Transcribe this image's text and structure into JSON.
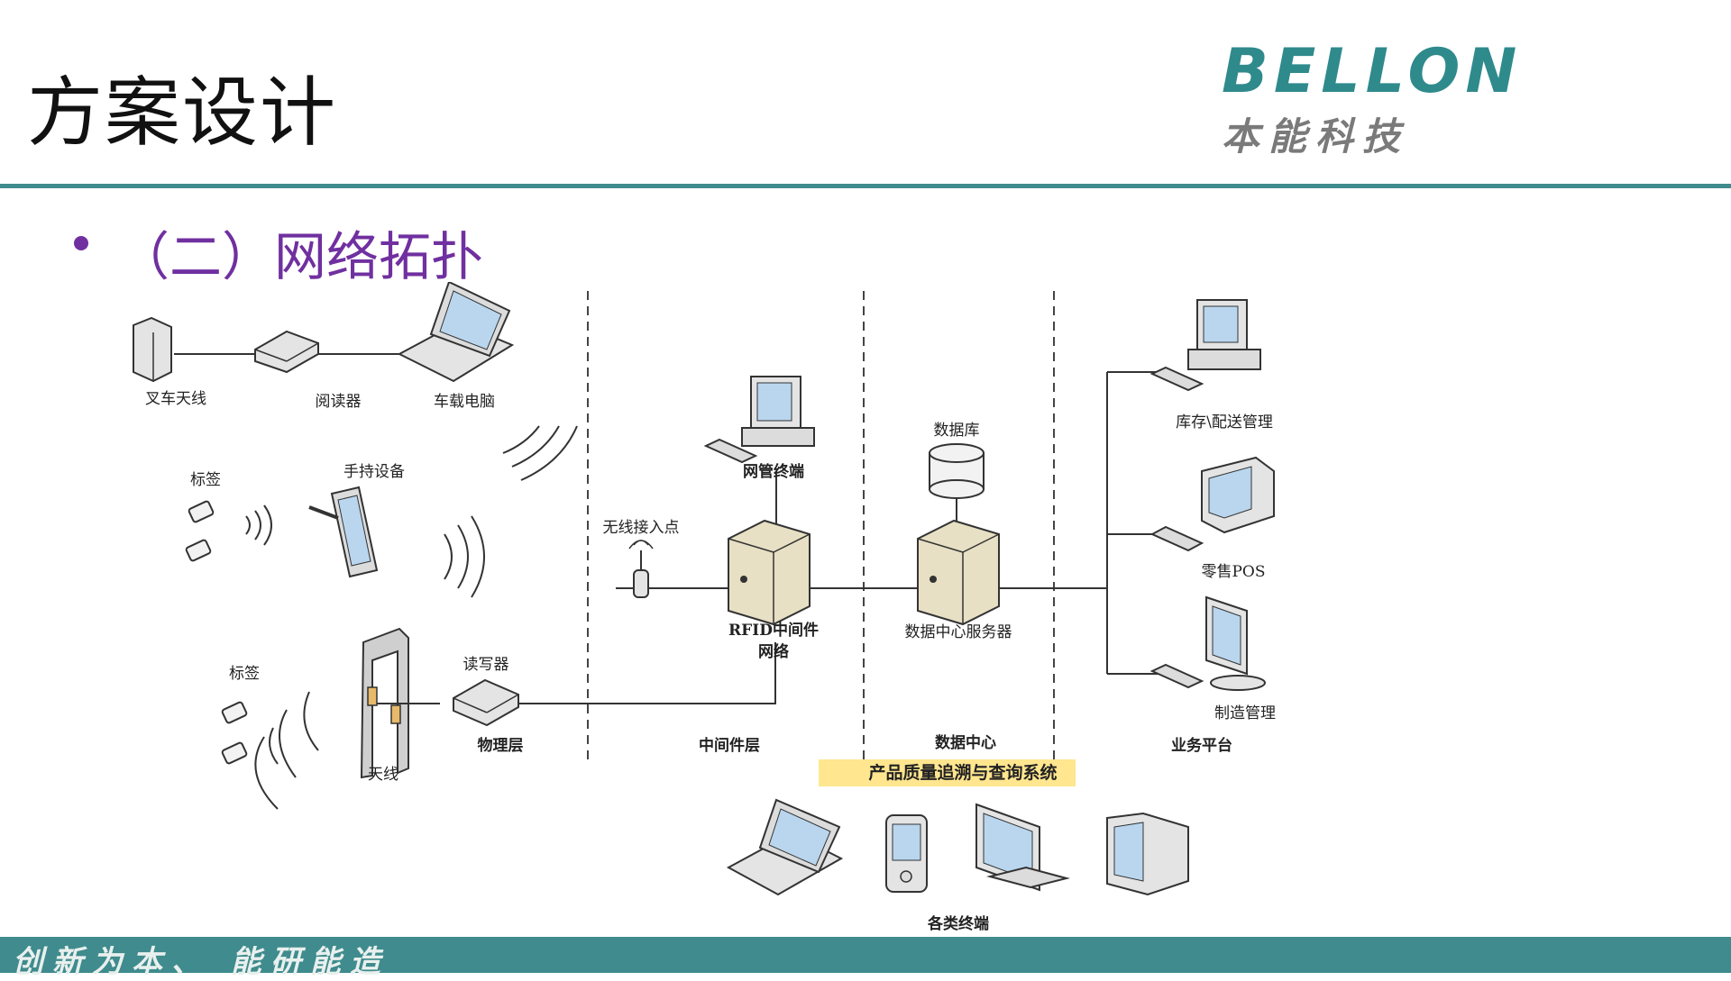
{
  "slide": {
    "title": "方案设计",
    "subtitle": "（二）网络拓扑",
    "footer_slogan": "创新为本、 能研能造"
  },
  "logo": {
    "brand_en": "BELLON",
    "brand_cn": "本能科技",
    "color": "#2f8a8c"
  },
  "diagram": {
    "labels": {
      "forklift_antenna": "叉车天线",
      "reader_top": "阅读器",
      "vehicle_pc": "车载电脑",
      "tag_1": "标签",
      "handheld": "手持设备",
      "tag_2": "标签",
      "antenna": "天线",
      "read_write_reader": "读写器",
      "physical_layer": "物理层",
      "nms_terminal": "网管终端",
      "wireless_ap": "无线接入点",
      "rfid_middleware": "RFID中间件",
      "network": "网络",
      "middleware_layer": "中间件层",
      "database": "数据库",
      "dc_server": "数据中心服务器",
      "data_center": "数据中心",
      "inventory_mgmt": "库存\\配送管理",
      "retail_pos": "零售POS",
      "manufacturing_mgmt": "制造管理",
      "business_platform": "业务平台",
      "system_banner": "产品质量追溯与查询系统",
      "terminals": "各类终端"
    },
    "colors": {
      "banner_bg": "#ffe68f",
      "line": "#333333",
      "device_face": "#e9e9e9",
      "screen": "#b9d6ee",
      "server": "#e8e0c4"
    }
  }
}
